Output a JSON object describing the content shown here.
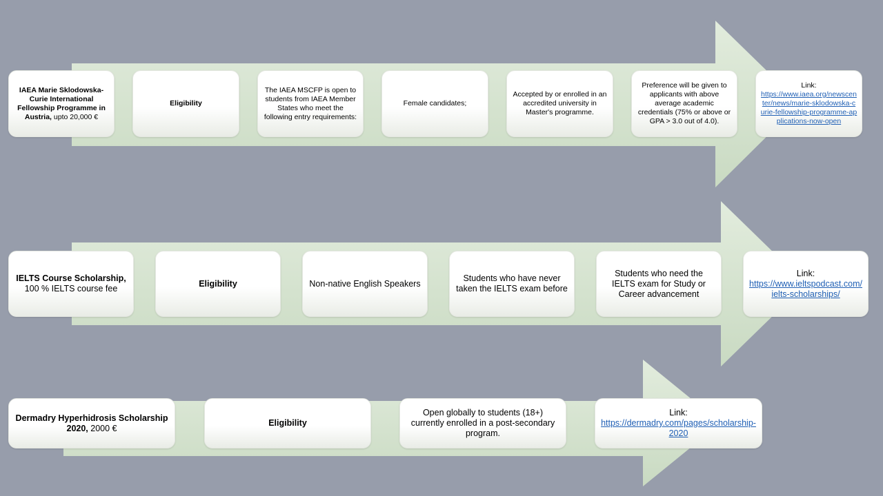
{
  "row1": {
    "title_bold": "IAEA Marie Sklodowska-Curie International Fellowship Programme in Austria,",
    "title_amount": " upto 20,000 €",
    "eligibility": "Eligibility",
    "intro": "The IAEA MSCFP is open to students from IAEA Member States who meet the following entry requirements:",
    "req1": "Female candidates;",
    "req2": "Accepted by or enrolled in an accredited university in Master's programme.",
    "req3": "Preference will be given to applicants with above average academic credentials (75% or above or GPA > 3.0 out of 4.0).",
    "link_label": "Link:",
    "link_url": "https://www.iaea.org/newscenter/news/marie-sklodowska-curie-fellowship-programme-applications-now-open"
  },
  "row2": {
    "title_bold": "IELTS Course Scholarship,",
    "title_amount": "100 % IELTS course fee",
    "eligibility": "Eligibility",
    "req1": "Non-native English Speakers",
    "req2": "Students who have never taken the IELTS exam before",
    "req3": "Students who need the IELTS exam for Study or Career advancement",
    "link_label": "Link:",
    "link_url": "https://www.ieltspodcast.com/ielts-scholarships/"
  },
  "row3": {
    "title_bold": "Dermadry Hyperhidrosis Scholarship 2020,",
    "title_amount": " 2000 €",
    "eligibility": "Eligibility",
    "req1": "Open globally to students (18+) currently enrolled in a post-secondary program.",
    "link_label": "Link:",
    "link_url": "https://dermadry.com/pages/scholarship-2020"
  },
  "colors": {
    "background": "#979dab",
    "arrow": "#d6e4d0",
    "box": "#ffffff",
    "link": "#1f5fb4"
  }
}
